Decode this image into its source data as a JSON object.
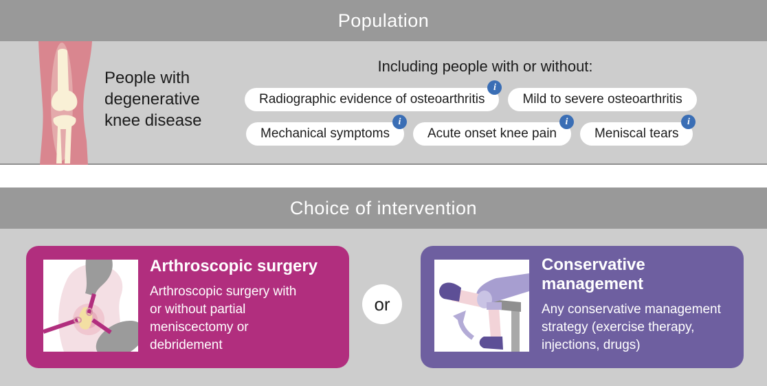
{
  "colors": {
    "header_bar": "#999999",
    "section_bg": "#cdcdcd",
    "divider": "#8f8f8f",
    "pill_bg": "#ffffff",
    "info_icon_blue": "#3a6eb5",
    "surgery_magenta": "#b12e7e",
    "conservative_purple": "#6e5fa0",
    "text_dark": "#1b1b1b",
    "text_light": "#ffffff"
  },
  "icons": {
    "info_glyph": "i"
  },
  "population": {
    "header": "Population",
    "subject": "People with degenerative knee disease",
    "including_label": "Including people with or without:",
    "pills": [
      {
        "label": "Radiographic evidence of osteoarthritis",
        "info": true
      },
      {
        "label": "Mild to severe osteoarthritis",
        "info": false
      },
      {
        "label": "Mechanical symptoms",
        "info": true
      },
      {
        "label": "Acute onset knee pain",
        "info": true
      },
      {
        "label": "Meniscal tears",
        "info": true
      }
    ]
  },
  "intervention": {
    "header": "Choice of intervention",
    "or_label": "or",
    "options": [
      {
        "title": "Arthroscopic surgery",
        "description": "Arthroscopic surgery with or without partial meniscectomy or debridement",
        "color": "#b12e7e"
      },
      {
        "title": "Conservative management",
        "description": "Any conservative management strategy (exercise therapy, injections, drugs)",
        "color": "#6e5fa0"
      }
    ]
  }
}
